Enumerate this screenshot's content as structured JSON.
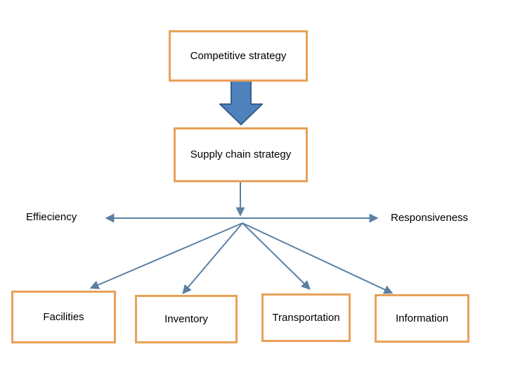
{
  "diagram": {
    "top_box": {
      "label": "Competitive strategy"
    },
    "middle_box": {
      "label": "Supply chain strategy"
    },
    "spectrum": {
      "left_label": "Effieciency",
      "right_label": "Responsiveness"
    },
    "leaf_boxes": [
      {
        "label": "Facilities"
      },
      {
        "label": "Inventory"
      },
      {
        "label": "Transportation"
      },
      {
        "label": "Information"
      }
    ],
    "colors": {
      "box_border": "#e8a158",
      "block_arrow_fill": "#4f81bd",
      "block_arrow_stroke": "#35608d",
      "connector_line": "#5b80a5",
      "text": "#000000",
      "background": "#ffffff"
    }
  }
}
